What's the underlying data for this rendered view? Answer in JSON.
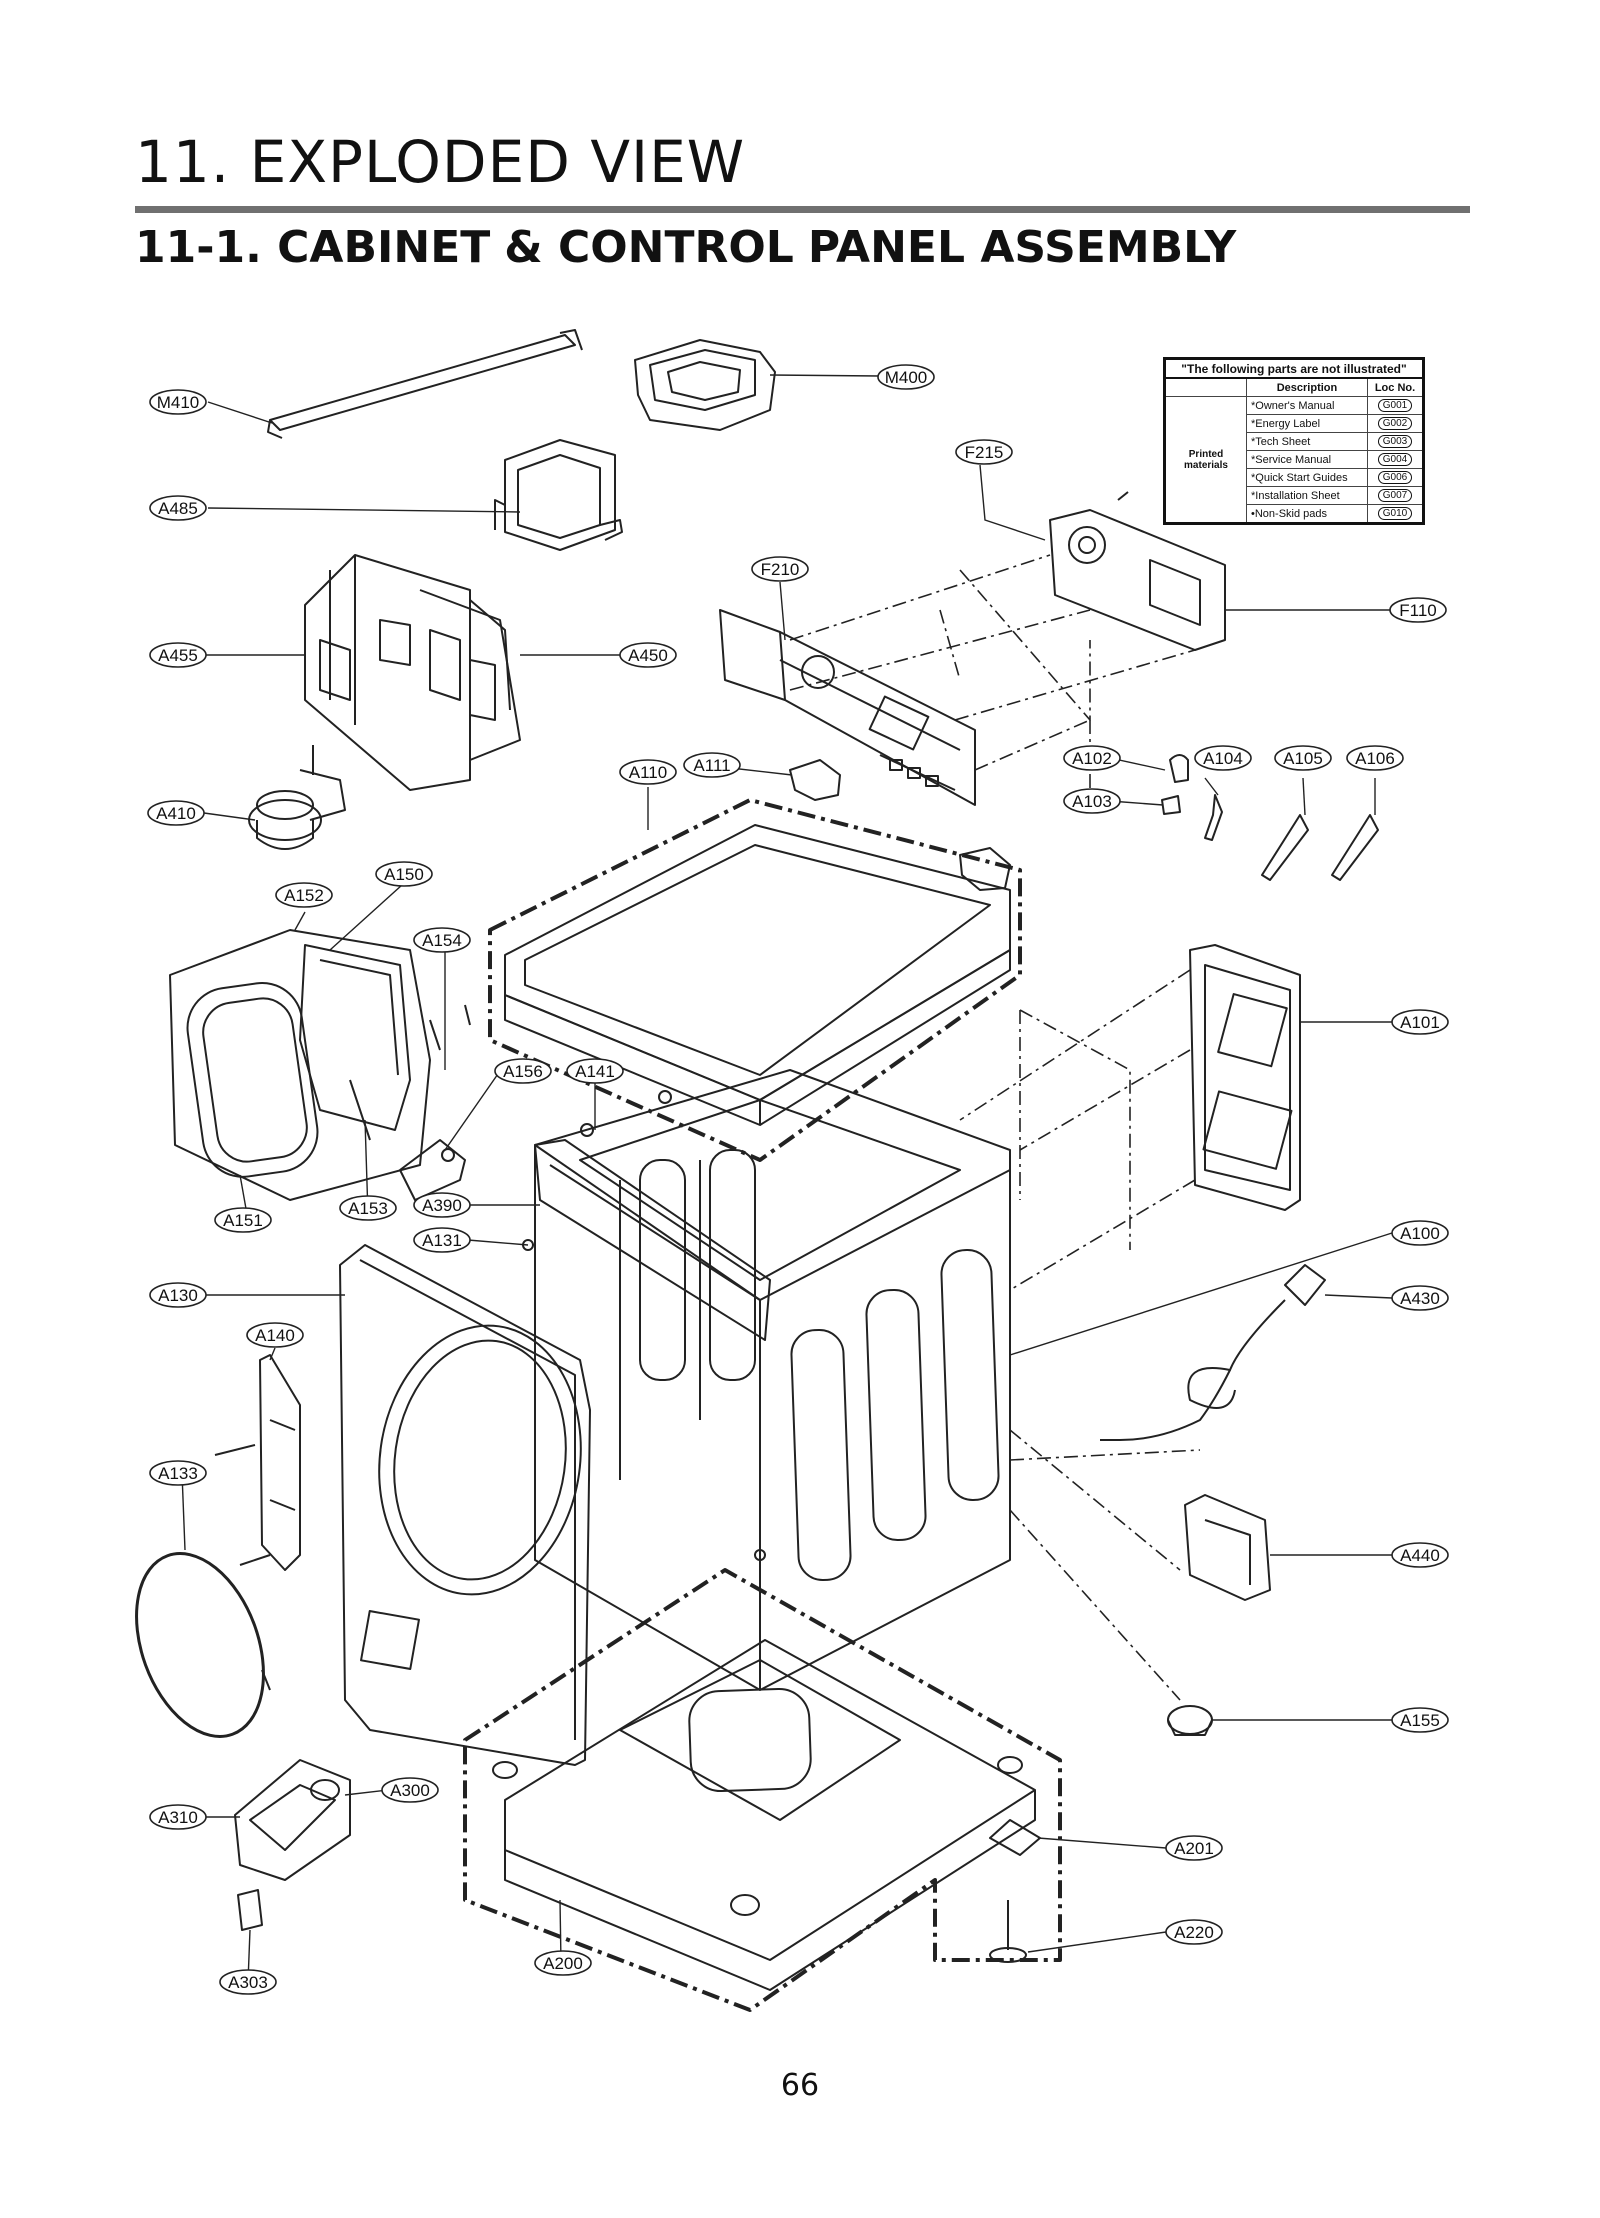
{
  "header": {
    "title": "11. EXPLODED VIEW",
    "subtitle_part1": "11-1. CABINET",
    "subtitle_part2": "& CONTROL",
    "subtitle_part3": "PANEL ASSEMBLY"
  },
  "notes_table": {
    "caption": "\"The following parts are not illustrated\"",
    "col_description": "Description",
    "col_loc": "Loc No.",
    "group_label": "Printed materials",
    "rows": [
      {
        "description": "*Owner's Manual",
        "loc": "G001"
      },
      {
        "description": "*Energy Label",
        "loc": "G002"
      },
      {
        "description": "*Tech Sheet",
        "loc": "G003"
      },
      {
        "description": "*Service Manual",
        "loc": "G004"
      },
      {
        "description": "*Quick Start Guides",
        "loc": "G006"
      },
      {
        "description": "*Installation Sheet",
        "loc": "G007"
      },
      {
        "description": "•Non-Skid pads",
        "loc": "G010"
      }
    ]
  },
  "callouts": {
    "M410": "M410",
    "M400": "M400",
    "A485": "A485",
    "F215": "F215",
    "F210": "F210",
    "F110": "F110",
    "A455": "A455",
    "A450": "A450",
    "A110": "A110",
    "A111": "A111",
    "A102": "A102",
    "A104": "A104",
    "A105": "A105",
    "A106": "A106",
    "A103": "A103",
    "A410": "A410",
    "A152": "A152",
    "A150": "A150",
    "A154": "A154",
    "A101": "A101",
    "A156": "A156",
    "A141": "A141",
    "A151": "A151",
    "A153": "A153",
    "A390": "A390",
    "A131": "A131",
    "A100": "A100",
    "A130": "A130",
    "A430": "A430",
    "A140": "A140",
    "A133": "A133",
    "A440": "A440",
    "A155": "A155",
    "A300": "A300",
    "A310": "A310",
    "A201": "A201",
    "A220": "A220",
    "A200": "A200",
    "A303": "A303"
  },
  "footer": {
    "page_number": "66"
  }
}
